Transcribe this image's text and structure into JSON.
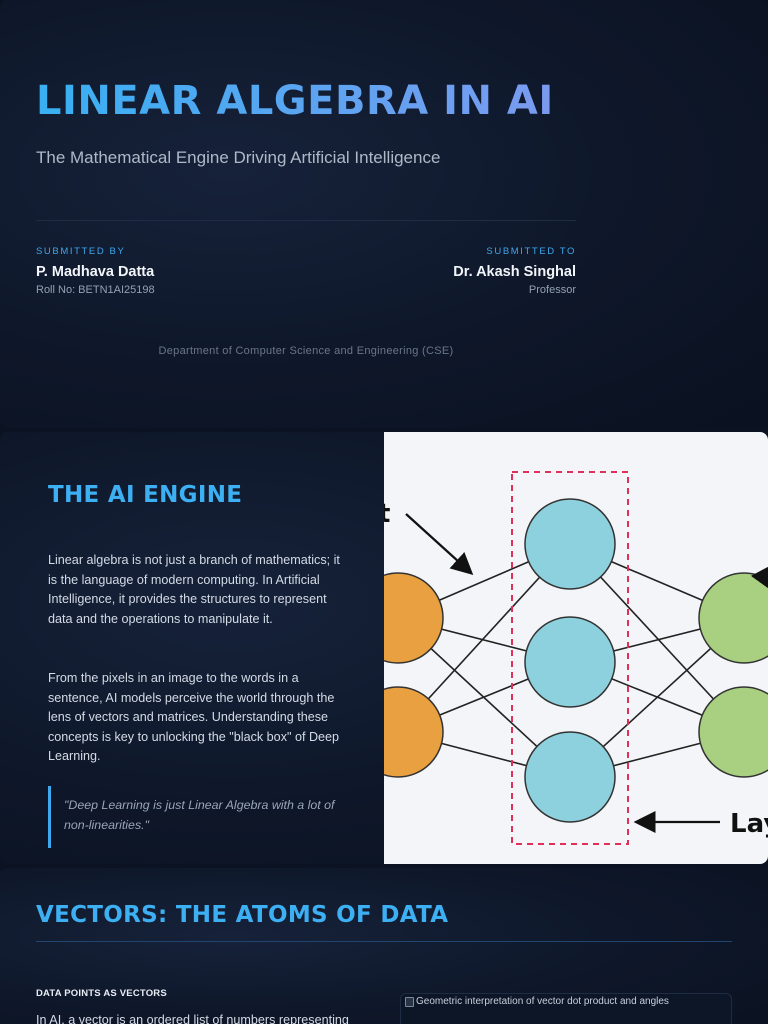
{
  "title_slide": {
    "title": "LINEAR ALGEBRA IN AI",
    "subtitle": "The Mathematical Engine Driving Artificial Intelligence",
    "submitted_by_label": "SUBMITTED BY",
    "submitted_by_name": "P. Madhava Datta",
    "roll_no": "Roll No: BETN1AI25198",
    "submitted_to_label": "SUBMITTED TO",
    "submitted_to_name": "Dr. Akash Singhal",
    "submitted_to_role": "Professor",
    "department": "Department of Computer Science and Engineering (CSE)"
  },
  "engine_slide": {
    "heading": "THE AI ENGINE",
    "paragraph_1": "Linear algebra is not just a branch of mathematics; it is the language of modern computing. In Artificial Intelligence, it provides the structures to represent data and the operations to manipulate it.",
    "paragraph_2": "From the pixels in an image to the words in a sentence, AI models perceive the world through the lens of vectors and matrices. Understanding these concepts is key to unlocking the \"black box\" of Deep Learning.",
    "quote": "\"Deep Learning is just Linear Algebra with a lot of non-linearities.\"",
    "diagram": {
      "label_left_fragment": "t",
      "label_bottom_fragment": "Lay",
      "colors": {
        "input_node": "#e8a040",
        "hidden_node": "#8dd1de",
        "output_node": "#a8d080",
        "layer_box": "#e0305a"
      }
    }
  },
  "vectors_slide": {
    "heading": "VECTORS: THE ATOMS OF DATA",
    "section_label": "DATA POINTS AS VECTORS",
    "section_text": "In AI, a vector is an ordered list of numbers representing",
    "image_alt": "Geometric interpretation of vector dot product and angles"
  }
}
